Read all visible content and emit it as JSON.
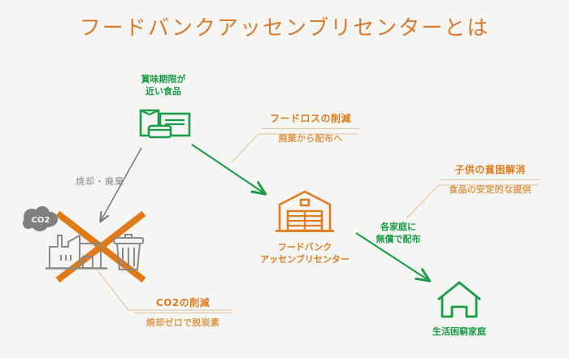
{
  "page": {
    "title": "フードバンクアッセンブリセンターとは",
    "background_color": "#f5f5f3"
  },
  "colors": {
    "title_orange": "#d97b2b",
    "accent_orange": "#e07b1e",
    "accent_orange_light": "#e09a4e",
    "rule_tan": "#e3c09a",
    "green": "#1a9c48",
    "gray": "#8a8a8a",
    "cross_orange": "#e07a17"
  },
  "nodes": {
    "source_food": {
      "icon": "canned-food-icon",
      "label_line1": "賞味期限が",
      "label_line2": "近い食品",
      "color": "#1a9c48"
    },
    "incineration": {
      "label": "焼却・廃棄",
      "co2_badge": "CO2",
      "factory_icon": "factory-icon",
      "trash_icon": "trash-can-icon",
      "cross": "crossed-out-x",
      "color": "#8a8a8a"
    },
    "food_bank": {
      "icon": "warehouse-icon",
      "label_line1": "フードバンク",
      "label_line2": "アッセンブリセンター",
      "color": "#e07b1e"
    },
    "household": {
      "icon": "house-icon",
      "label": "生活困窮家庭",
      "color": "#1a9c48"
    }
  },
  "callouts": {
    "food_loss": {
      "headline": "フードロスの削減",
      "subtext": "廃棄から配布へ"
    },
    "co2": {
      "headline": "CO2の削減",
      "subtext": "焼却ゼロで脱炭素"
    },
    "child_poverty": {
      "headline": "子供の貧困解消",
      "subtext": "食品の安定的な提供"
    }
  },
  "arrows": {
    "to_food_bank": {
      "name": "arrow-food-to-bank",
      "color": "#1a9c48",
      "label": ""
    },
    "to_incineration": {
      "name": "arrow-food-to-incineration",
      "color": "#8a8a8a",
      "label": ""
    },
    "to_household": {
      "name": "arrow-bank-to-household",
      "color": "#1a9c48",
      "label_line1": "各家庭に",
      "label_line2": "無償で配布"
    }
  }
}
